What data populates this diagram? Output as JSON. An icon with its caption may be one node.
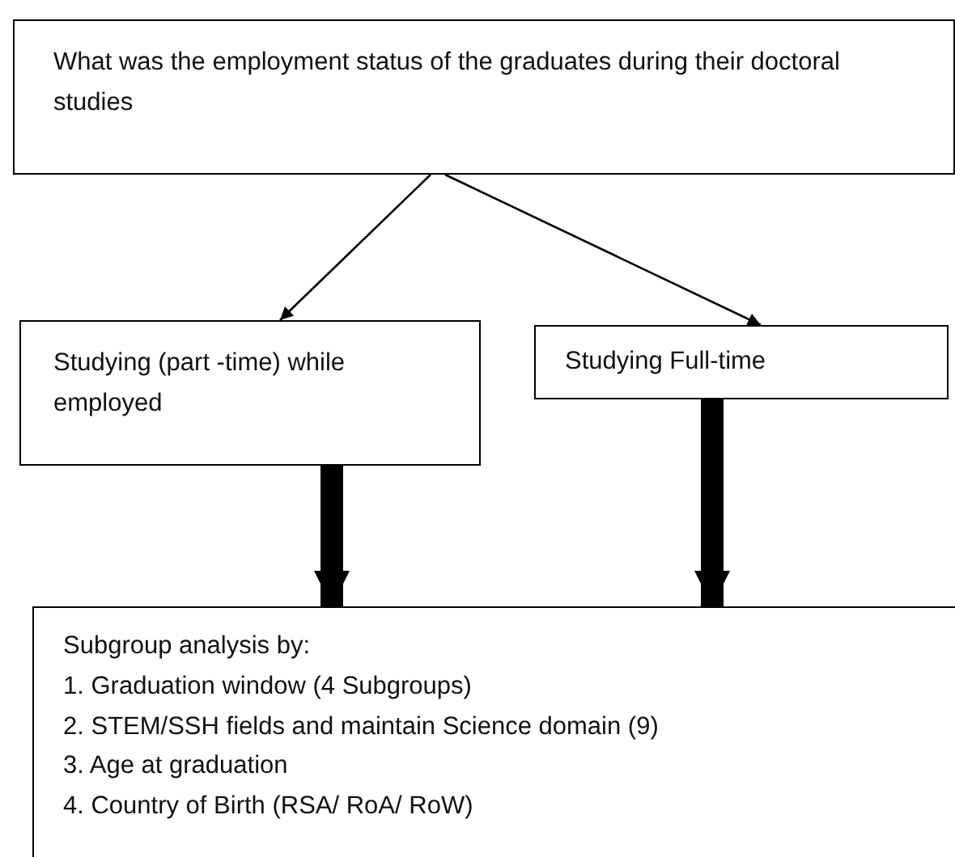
{
  "diagram": {
    "nodes": [
      {
        "text": [
          "What was the employment status of the graduates during their doctoral studies"
        ]
      },
      {
        "text": [
          "Studying (part -time) while employed"
        ]
      },
      {
        "text": [
          "Studying Full-time"
        ]
      },
      {
        "text": [
          "Subgroup analysis by:",
          "1. Graduation window (4 Subgroups)",
          "2. STEM/SSH fields and maintain Science domain (9)",
          "3. Age at graduation",
          "4. Country of Birth (RSA/ RoA/ RoW)"
        ]
      }
    ],
    "edges": [
      {
        "from": 0,
        "to": 1,
        "arrow": "to"
      },
      {
        "from": 0,
        "to": 2,
        "arrow": "to"
      },
      {
        "from": 1,
        "to": 3,
        "arrow": "to",
        "style": "thick"
      },
      {
        "from": 2,
        "to": 3,
        "arrow": "to",
        "style": "thick"
      }
    ]
  }
}
